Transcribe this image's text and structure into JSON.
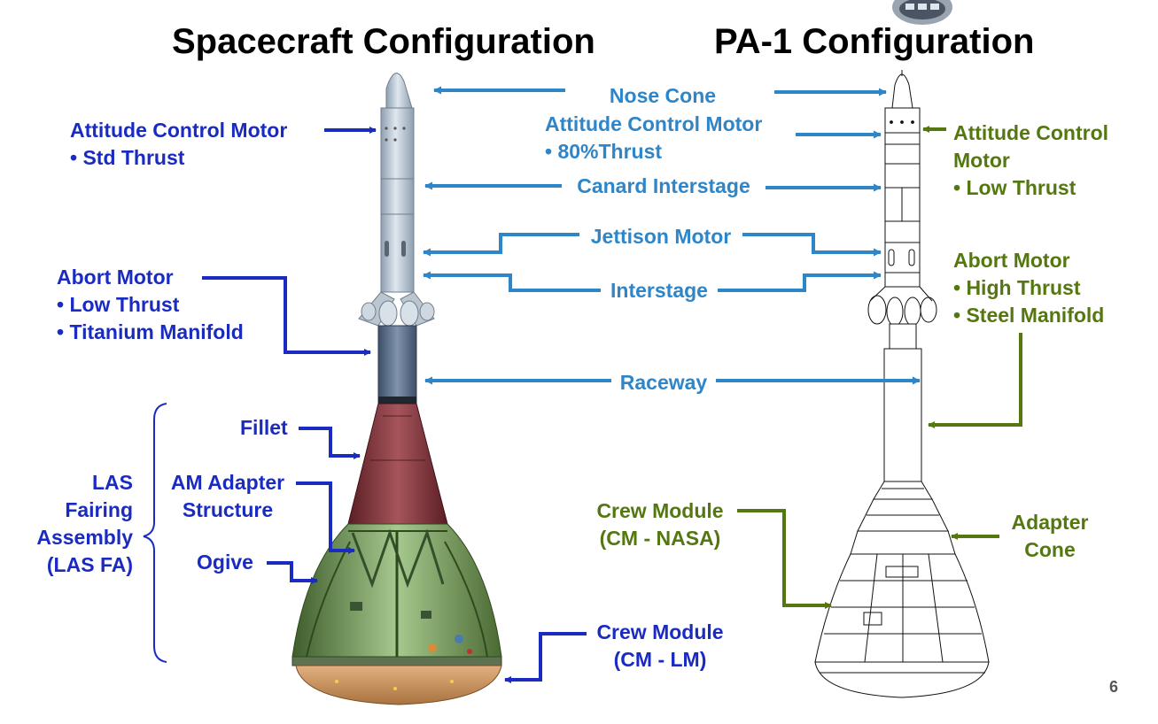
{
  "titles": {
    "left": "Spacecraft Configuration",
    "right": "PA-1 Configuration"
  },
  "left_labels": {
    "attitude_control": {
      "title": "Attitude Control Motor",
      "sub": "• Std Thrust"
    },
    "abort_motor": {
      "title": "Abort Motor",
      "sub1": "• Low Thrust",
      "sub2": "• Titanium Manifold"
    },
    "fillet": "Fillet",
    "am_adapter": {
      "line1": "AM Adapter",
      "line2": "Structure"
    },
    "ogive": "Ogive",
    "las_fa": {
      "line1": "LAS",
      "line2": "Fairing",
      "line3": "Assembly",
      "line4": "(LAS FA)"
    },
    "crew_module": {
      "line1": "Crew Module",
      "line2": "(CM - LM)"
    }
  },
  "center_labels": {
    "nose_cone": "Nose Cone",
    "attitude_control": {
      "title": "Attitude Control Motor",
      "sub": "• 80%Thrust"
    },
    "canard_interstage": "Canard Interstage",
    "jettison_motor": "Jettison Motor",
    "interstage": "Interstage",
    "raceway": "Raceway"
  },
  "right_labels": {
    "attitude_control": {
      "line1": "Attitude Control",
      "line2": "Motor",
      "sub": "• Low Thrust"
    },
    "abort_motor": {
      "title": "Abort Motor",
      "sub1": "• High Thrust",
      "sub2": "• Steel Manifold"
    },
    "crew_module": {
      "line1": "Crew Module",
      "line2": "(CM - NASA)"
    },
    "adapter_cone": {
      "line1": "Adapter",
      "line2": "Cone"
    }
  },
  "page_number": "6",
  "colors": {
    "dark_blue": "#1a2bc2",
    "light_blue": "#2e86c8",
    "green": "#54780f"
  }
}
